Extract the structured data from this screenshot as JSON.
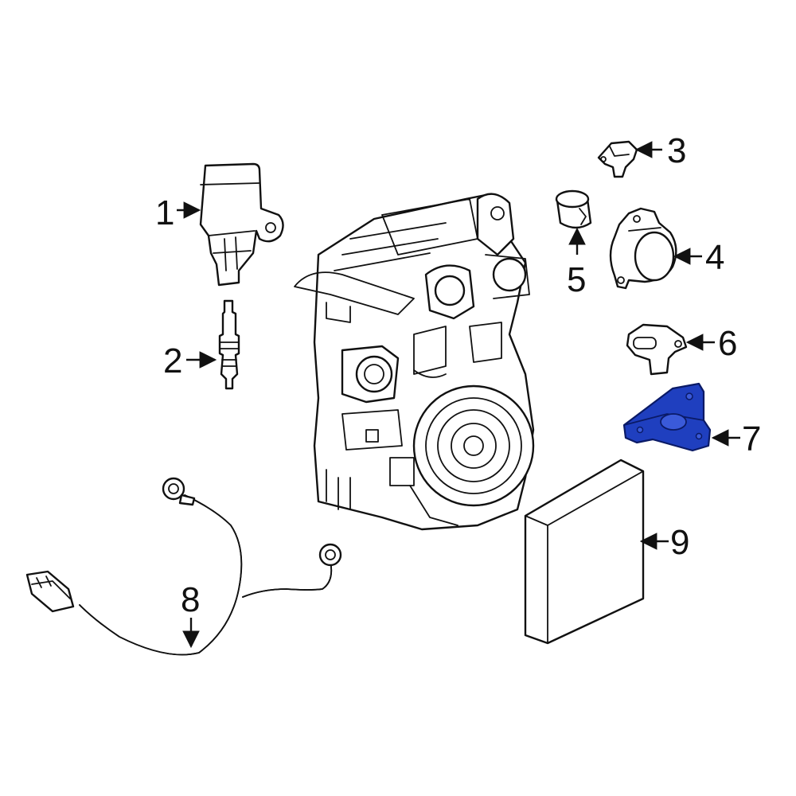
{
  "diagram": {
    "callouts": [
      {
        "id": "1",
        "label": "1"
      },
      {
        "id": "2",
        "label": "2"
      },
      {
        "id": "3",
        "label": "3"
      },
      {
        "id": "4",
        "label": "4"
      },
      {
        "id": "5",
        "label": "5"
      },
      {
        "id": "6",
        "label": "6"
      },
      {
        "id": "7",
        "label": "7"
      },
      {
        "id": "8",
        "label": "8"
      },
      {
        "id": "9",
        "label": "9"
      }
    ],
    "colors": {
      "line": "#111111",
      "highlight_fill": "#1f3fbf",
      "highlight_stroke": "#0a1a66",
      "background": "#ffffff"
    },
    "highlighted_part": "7"
  }
}
